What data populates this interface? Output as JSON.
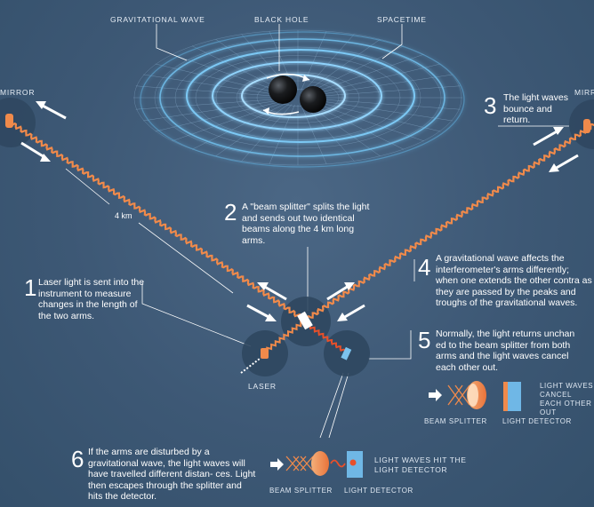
{
  "labels": {
    "gravitational_wave": "GRAVITATIONAL WAVE",
    "black_hole": "BLACK HOLE",
    "spacetime": "SPACETIME",
    "mirror_left": "MIRROR",
    "mirror_right": "MIRR",
    "laser": "LASER",
    "arm_length": "4 km"
  },
  "steps": [
    {
      "num": "1",
      "text": "Laser light is sent into the instrument to measure changes in the length of the two arms."
    },
    {
      "num": "2",
      "text": "A \"beam splitter\" splits the light and sends out two identical beams along the 4 km long arms."
    },
    {
      "num": "3",
      "text": "The light waves bounce and return."
    },
    {
      "num": "4",
      "text": "A gravitational wave affects the interferometer's arms differently; when one extends the other contra as they are passed by the peaks and troughs of the gravitational waves."
    },
    {
      "num": "5",
      "text": "Normally, the light returns unchan ed to the beam splitter from both arms and the light waves cancel each other out."
    },
    {
      "num": "6",
      "text": "If the arms are disturbed by a gravitational wave, the light waves will have travelled different distan- ces. Light then escapes through the splitter and hits the detector."
    }
  ],
  "legend_normal": {
    "beam_splitter": "BEAM SPLITTER",
    "light_detector": "LIGHT DETECTOR",
    "caption": "LIGHT WAVES CANCEL EACH OTHER OUT"
  },
  "legend_disturbed": {
    "beam_splitter": "BEAM SPLITTER",
    "light_detector": "LIGHT DETECTOR",
    "caption": "LIGHT WAVES HIT THE LIGHT DETECTOR"
  },
  "colors": {
    "background": "#3d5875",
    "laser": "#f08a4b",
    "spacetime_glow": "#7cc8f4",
    "black_hole": "#111111",
    "detector": "#6fb7e6"
  }
}
